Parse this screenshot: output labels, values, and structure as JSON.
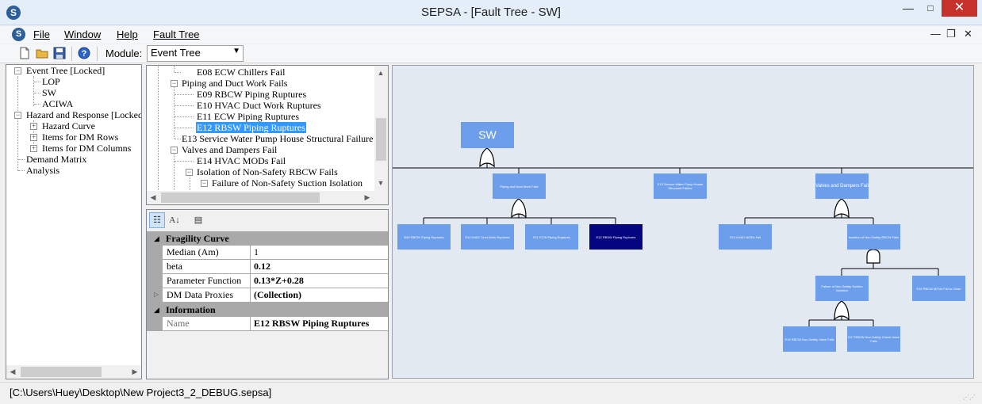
{
  "window": {
    "title": "SEPSA - [Fault Tree - SW]",
    "min_glyph": "—",
    "max_glyph": "□",
    "close_glyph": "✕"
  },
  "menu": {
    "items": [
      "File",
      "Window",
      "Help",
      "Fault Tree"
    ],
    "mdi_min": "—",
    "mdi_restore": "❐",
    "mdi_close": "✕"
  },
  "toolbar": {
    "module_label": "Module:",
    "module_value": "Event Tree"
  },
  "left_tree": [
    {
      "label": "Event Tree [Locked]",
      "toggle": "−"
    },
    {
      "label": "LOP"
    },
    {
      "label": "SW"
    },
    {
      "label": "ACIWA"
    },
    {
      "label": "Hazard and Response [Locked]",
      "toggle": "−"
    },
    {
      "label": "Hazard Curve",
      "toggle": "+"
    },
    {
      "label": "Items for DM Rows",
      "toggle": "+"
    },
    {
      "label": "Items for DM Columns",
      "toggle": "+"
    },
    {
      "label": "Demand Matrix"
    },
    {
      "label": "Analysis"
    }
  ],
  "mid_tree": [
    {
      "label": "E08 ECW Chillers Fail"
    },
    {
      "label": "Piping and Duct Work Fails",
      "toggle": "−"
    },
    {
      "label": "E09 RBCW Piping Ruptures"
    },
    {
      "label": "E10 HVAC Duct Work Ruptures"
    },
    {
      "label": "E11 ECW Piping Ruptures"
    },
    {
      "label": "E12 RBSW Piping Ruptures",
      "selected": true
    },
    {
      "label": "E13 Service Water Pump House Structural Failure"
    },
    {
      "label": "Valves and Dampers Fail",
      "toggle": "−"
    },
    {
      "label": "E14 HVAC MODs Fail"
    },
    {
      "label": "Isolation of Non-Safety RBCW Fails",
      "toggle": "−"
    },
    {
      "label": "Failure of Non-Safety Suction Isolation",
      "toggle": "−"
    },
    {
      "label": "E15 RBCW Non-Safety Valve Fails"
    }
  ],
  "properties": {
    "categories": [
      {
        "name": "Fragility Curve",
        "rows": [
          {
            "name": "Median (Am)",
            "value": "1"
          },
          {
            "name": "beta",
            "value": "0.12"
          },
          {
            "name": "Parameter Function",
            "value": "0.13*Z+0.28"
          },
          {
            "name": "DM Data Proxies",
            "value": "(Collection)",
            "expandable": true
          }
        ]
      },
      {
        "name": "Information",
        "rows": [
          {
            "name": "Name",
            "value": "E12 RBSW Piping Ruptures"
          }
        ]
      }
    ]
  },
  "fault_tree": {
    "top": "SW",
    "nodes": [
      {
        "id": "piping",
        "label": "Piping and Duct Work Fails"
      },
      {
        "id": "e13",
        "label": "E13 Service Water Pump House Structural Failure"
      },
      {
        "id": "valves",
        "label": "Valves and Dampers Fail"
      },
      {
        "id": "e09",
        "label": "E09 RBCW Piping Ruptures"
      },
      {
        "id": "e10",
        "label": "E10 HVAC Duct Work Ruptures"
      },
      {
        "id": "e11",
        "label": "E11 ECW Piping Ruptures"
      },
      {
        "id": "e12",
        "label": "E12 RBSW Piping Ruptures",
        "selected": true
      },
      {
        "id": "e14",
        "label": "E14 HVAC MODs Fail"
      },
      {
        "id": "iso",
        "label": "Isolation of Non-Safety RBCW Fails"
      },
      {
        "id": "suction",
        "label": "Failure of Non-Safety Suction Isolation"
      },
      {
        "id": "discharge",
        "label": "E16 RBCW MOVs Fail to Close"
      },
      {
        "id": "e15",
        "label": "E15 RBCW Non-Safety Valve Fails"
      },
      {
        "id": "e17",
        "label": "E17 RBCW Non-Safety Check Valve Fails"
      }
    ]
  },
  "status": {
    "path": "[C:\\Users\\Huey\\Desktop\\New Project3_2_DEBUG.sepsa]"
  },
  "colors": {
    "node": "#6d9eeb",
    "node_selected": "#04057f",
    "canvas": "#e3e9f1",
    "close_button": "#c7312b"
  }
}
